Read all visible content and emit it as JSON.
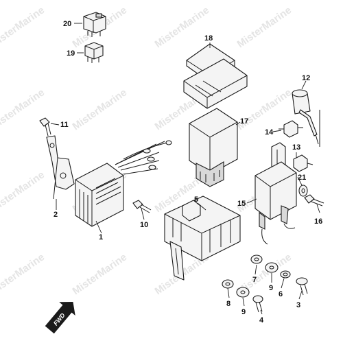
{
  "watermark": "MisterMarine",
  "fwd_label": "FWD",
  "callouts": {
    "c1": "1",
    "c2": "2",
    "c3": "3",
    "c4": "4",
    "c5": "5",
    "c6": "6",
    "c7": "7",
    "c8": "8",
    "c9a": "9",
    "c9b": "9",
    "c10": "10",
    "c11": "11",
    "c12": "12",
    "c13": "13",
    "c14": "14",
    "c15": "15",
    "c16": "16",
    "c17": "17",
    "c18": "18",
    "c19": "19",
    "c20": "20",
    "c21": "21"
  }
}
